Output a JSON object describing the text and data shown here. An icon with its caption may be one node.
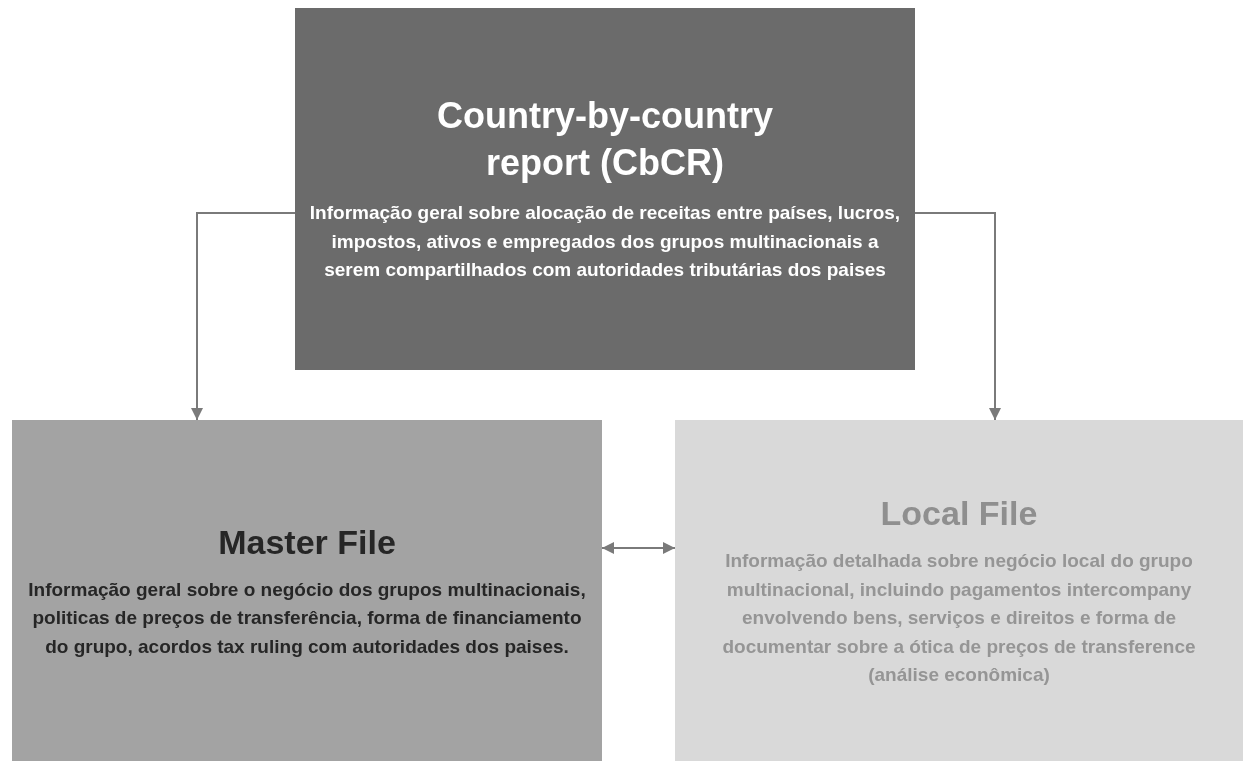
{
  "diagram": {
    "nodes": [
      {
        "text": [
          "Country-by-country report (CbCR)",
          "Informação geral sobre alocação de receitas entre países, lucros, impostos, ativos e empregados dos grupos multinacionais a serem compartilhados com autoridades tributárias dos paises"
        ]
      },
      {
        "text": [
          "Master File",
          "Informação geral sobre o negócio dos grupos multinacionais, politicas de preços de transferência, forma de financiamento do grupo, acordos tax ruling com autoridades dos paises."
        ]
      },
      {
        "text": [
          "Local File",
          "Informação detalhada sobre negócio local do grupo multinacional, incluindo pagamentos intercompany envolvendo bens, serviços e direitos e forma de documentar sobre a ótica de preços de transference (análise econômica)"
        ]
      }
    ],
    "edges": [
      {
        "from": 0,
        "to": 1,
        "arrow": "to"
      },
      {
        "from": 0,
        "to": 2,
        "arrow": "to"
      },
      {
        "from": 1,
        "to": 2,
        "arrow": "both"
      }
    ]
  }
}
